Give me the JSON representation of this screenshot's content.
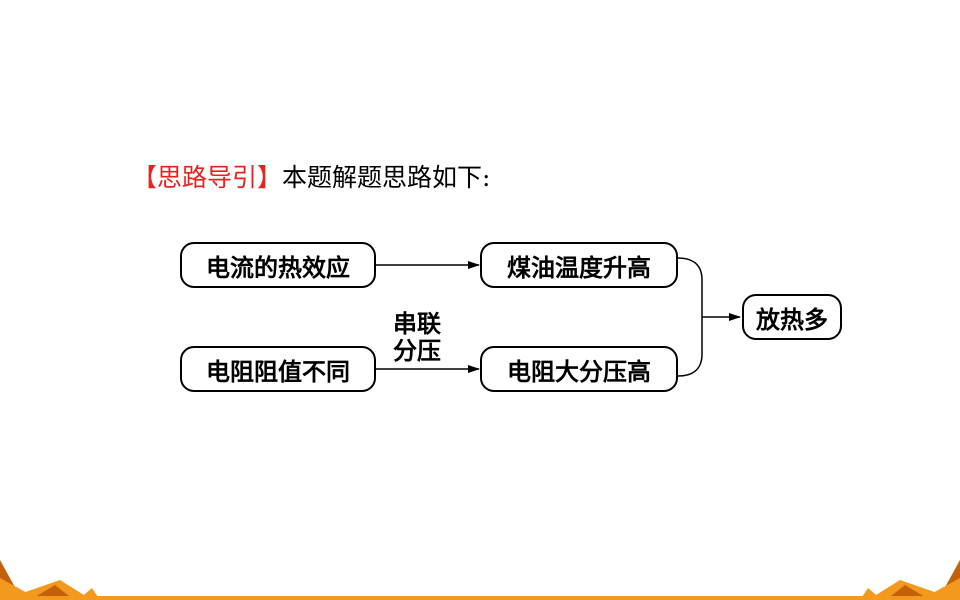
{
  "heading": {
    "tag": "【思路导引】",
    "text": "本题解题思路如下:"
  },
  "diagram": {
    "nodes": {
      "heat_effect": "电流的热效应",
      "oil_temp": "煤油温度升高",
      "resistance_diff": "电阻阻值不同",
      "high_voltage": "电阻大分压高",
      "more_heat": "放热多"
    },
    "edge_label_line1": "串联",
    "edge_label_line2": "分压"
  },
  "colors": {
    "accent": "#e8231f",
    "decor_orange": "#f39a1e",
    "decor_dark": "#c4600a"
  }
}
